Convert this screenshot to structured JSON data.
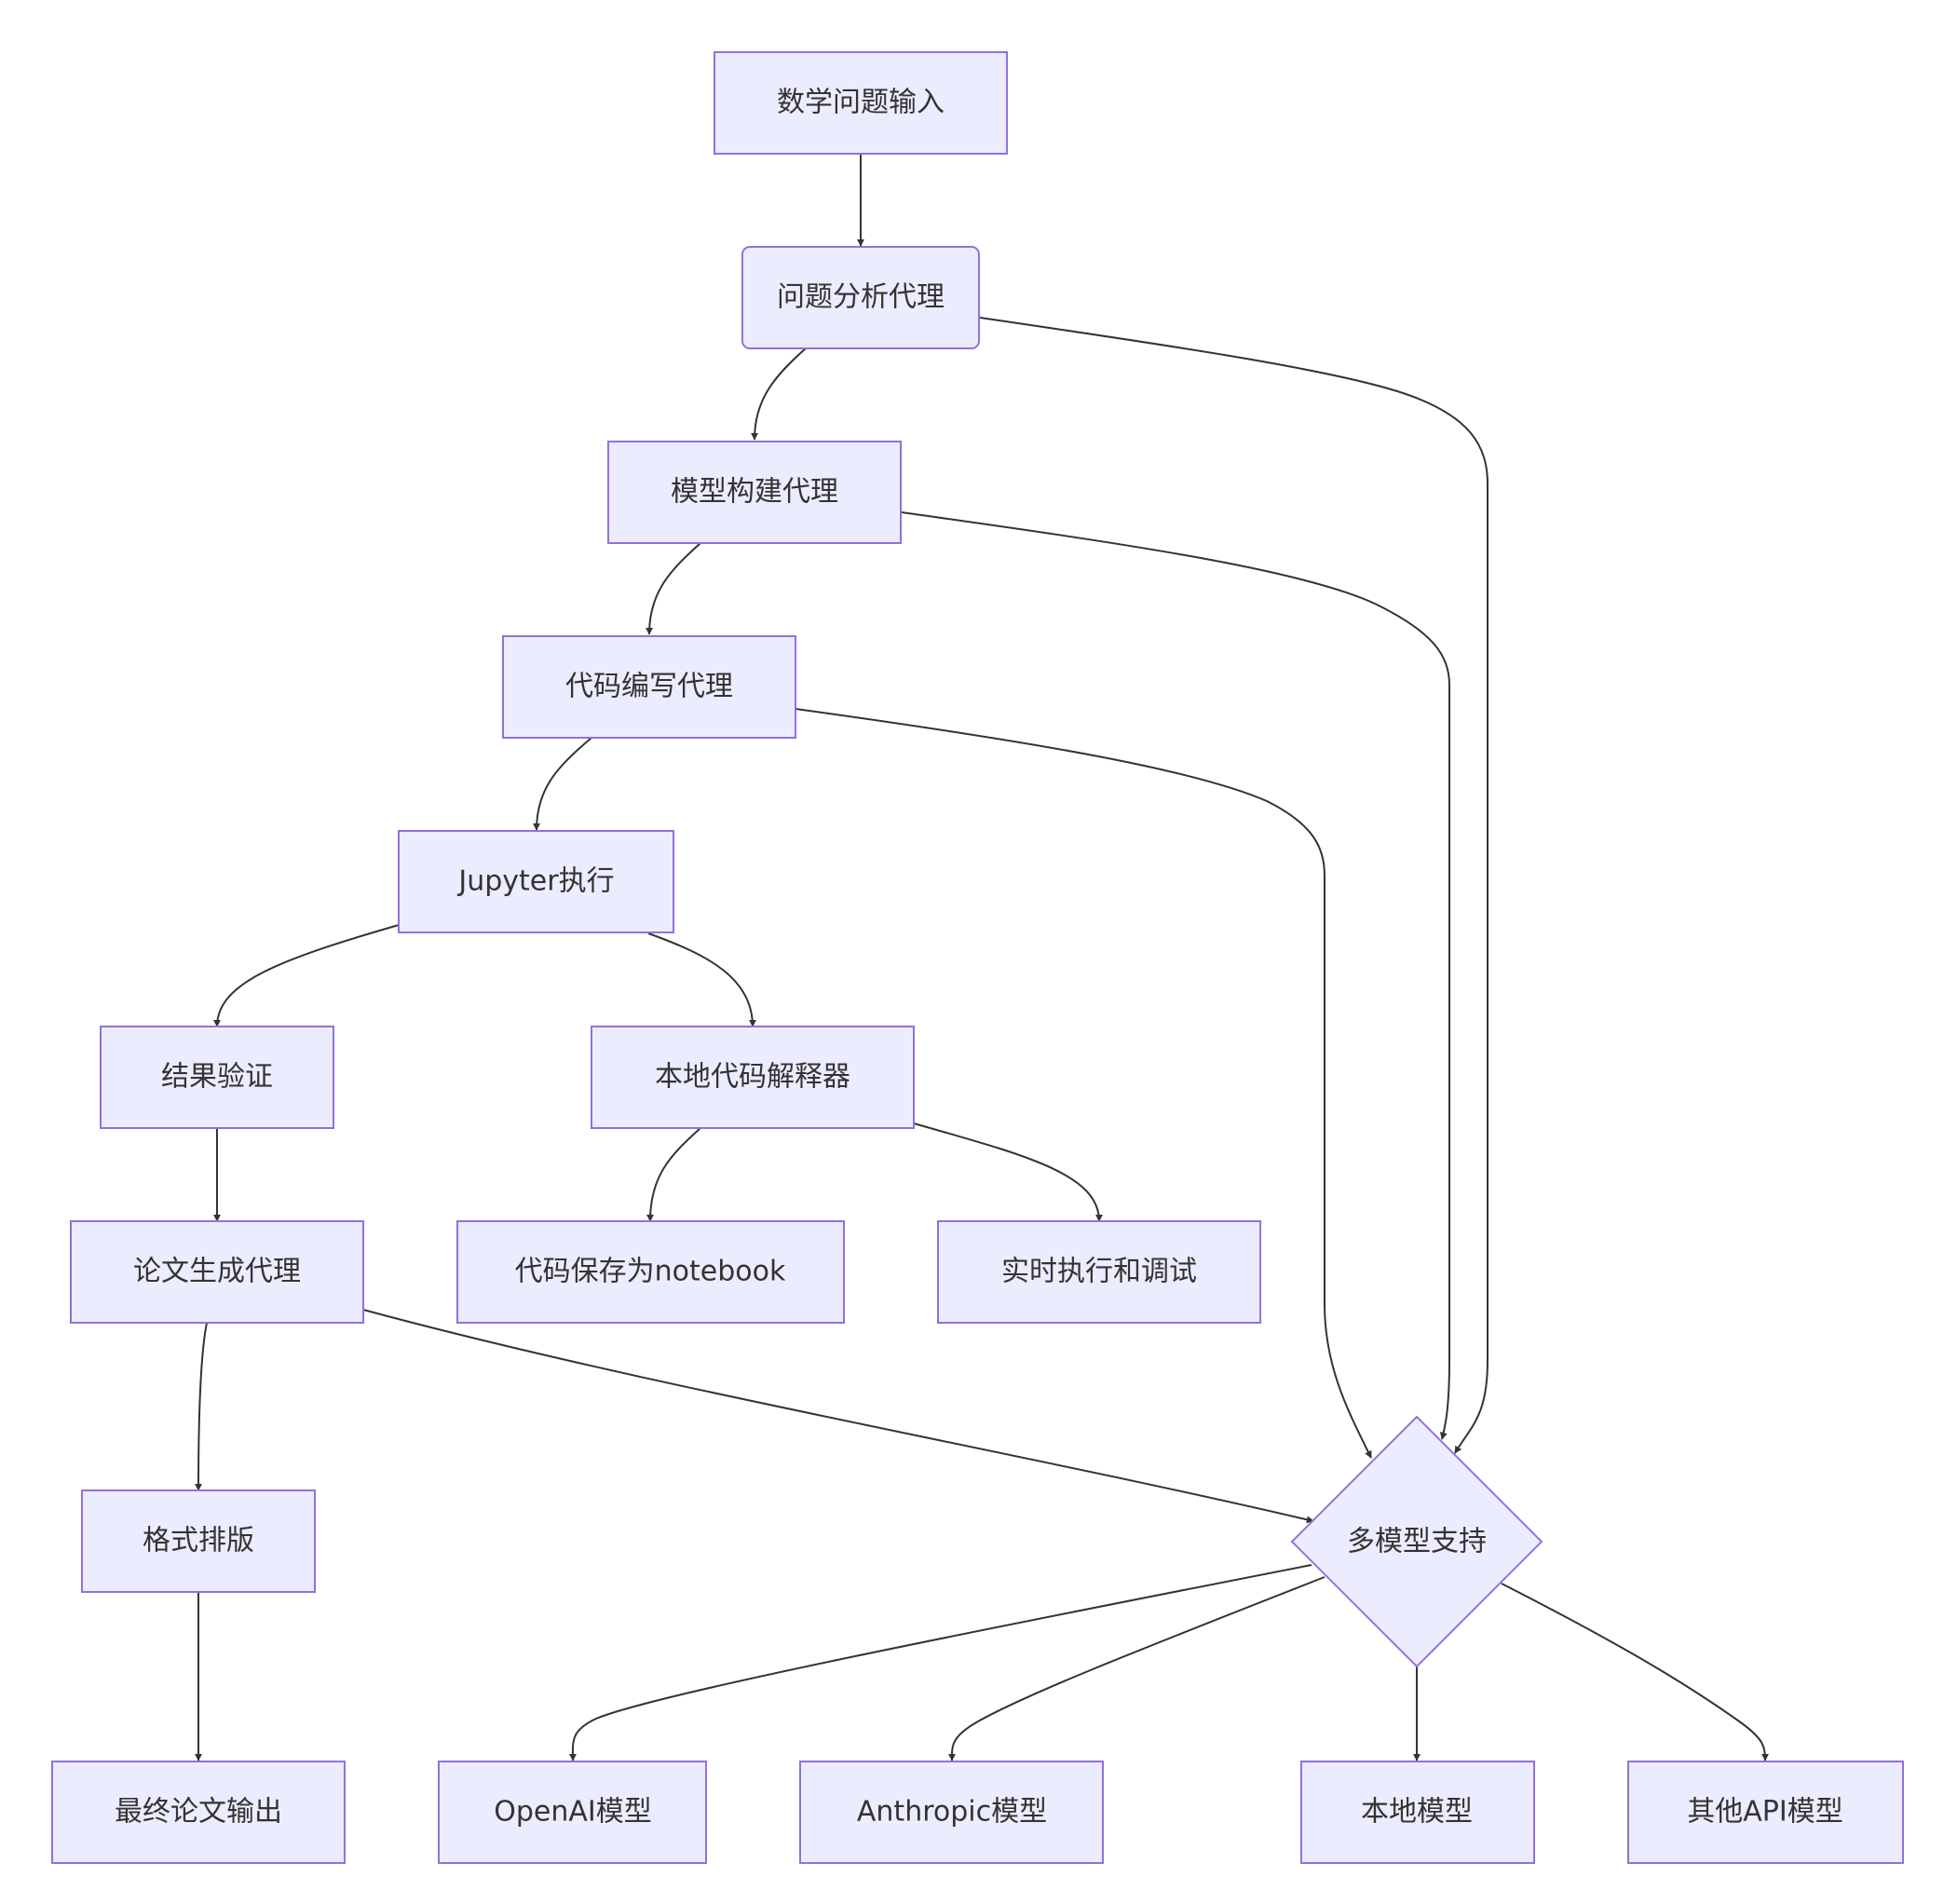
{
  "diagram": {
    "type": "flowchart",
    "colors": {
      "node_fill": "#ECECFF",
      "node_stroke": "#9370DB",
      "edge": "#333333",
      "text": "#333333",
      "background": "#FFFFFF"
    },
    "nodes": {
      "input": {
        "label": "数学问题输入",
        "shape": "rect"
      },
      "analysis": {
        "label": "问题分析代理",
        "shape": "rounded-rect"
      },
      "modeling": {
        "label": "模型构建代理",
        "shape": "rect"
      },
      "coding": {
        "label": "代码编写代理",
        "shape": "rect"
      },
      "jupyter": {
        "label": "Jupyter执行",
        "shape": "rect"
      },
      "verify": {
        "label": "结果验证",
        "shape": "rect"
      },
      "local_interpreter": {
        "label": "本地代码解释器",
        "shape": "rect"
      },
      "paper": {
        "label": "论文生成代理",
        "shape": "rect"
      },
      "notebook": {
        "label": "代码保存为notebook",
        "shape": "rect"
      },
      "realtime": {
        "label": "实时执行和调试",
        "shape": "rect"
      },
      "format": {
        "label": "格式排版",
        "shape": "rect"
      },
      "multimodel": {
        "label": "多模型支持",
        "shape": "diamond"
      },
      "final": {
        "label": "最终论文输出",
        "shape": "rect"
      },
      "openai": {
        "label": "OpenAI模型",
        "shape": "rect"
      },
      "anthropic": {
        "label": "Anthropic模型",
        "shape": "rect"
      },
      "local_model": {
        "label": "本地模型",
        "shape": "rect"
      },
      "other_api": {
        "label": "其他API模型",
        "shape": "rect"
      }
    },
    "edges": [
      {
        "from": "input",
        "to": "analysis"
      },
      {
        "from": "analysis",
        "to": "modeling"
      },
      {
        "from": "analysis",
        "to": "multimodel"
      },
      {
        "from": "modeling",
        "to": "coding"
      },
      {
        "from": "modeling",
        "to": "multimodel"
      },
      {
        "from": "coding",
        "to": "jupyter"
      },
      {
        "from": "coding",
        "to": "multimodel"
      },
      {
        "from": "jupyter",
        "to": "verify"
      },
      {
        "from": "jupyter",
        "to": "local_interpreter"
      },
      {
        "from": "verify",
        "to": "paper"
      },
      {
        "from": "local_interpreter",
        "to": "notebook"
      },
      {
        "from": "local_interpreter",
        "to": "realtime"
      },
      {
        "from": "paper",
        "to": "format"
      },
      {
        "from": "paper",
        "to": "multimodel"
      },
      {
        "from": "format",
        "to": "final"
      },
      {
        "from": "multimodel",
        "to": "openai"
      },
      {
        "from": "multimodel",
        "to": "anthropic"
      },
      {
        "from": "multimodel",
        "to": "local_model"
      },
      {
        "from": "multimodel",
        "to": "other_api"
      }
    ]
  }
}
